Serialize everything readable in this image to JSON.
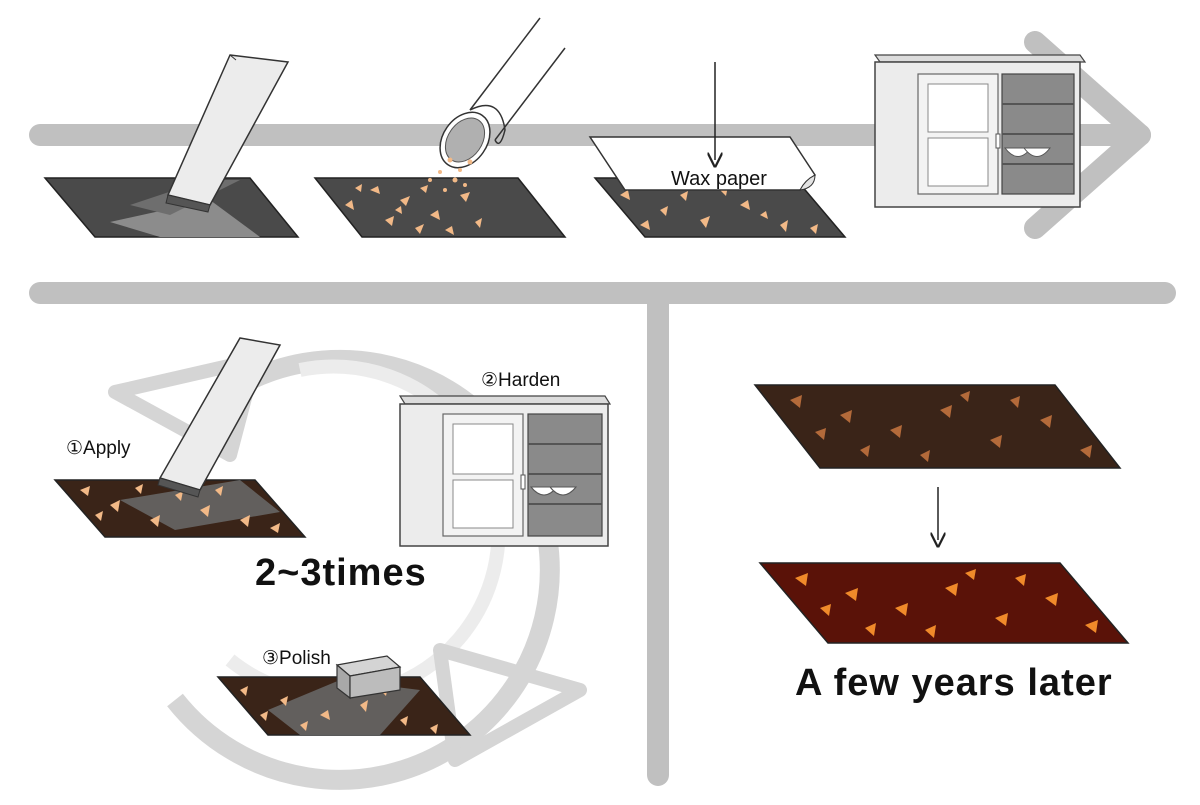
{
  "labels": {
    "wax_paper": "Wax paper",
    "apply": "①Apply",
    "harden": "②Harden",
    "polish": "③Polish",
    "repeat": "2~3times",
    "later": "A few years later"
  },
  "colors": {
    "track": "#c0c0c0",
    "slate_dark": "#4a4a4a",
    "slate_light": "#8c8c8c",
    "flake": "#f2b987",
    "lacquer_brown": "#3a2418",
    "aged_red": "#5a1208",
    "aged_flake": "#f08a2a",
    "cabinet": "#ececec",
    "cabinet_inner": "#8a8a8a"
  },
  "icons": [
    "spatula-icon",
    "sieve-icon",
    "wax-paper-icon",
    "drying-cabinet-icon",
    "polishing-block-icon",
    "cycle-arrow-icon",
    "down-arrow-icon"
  ]
}
